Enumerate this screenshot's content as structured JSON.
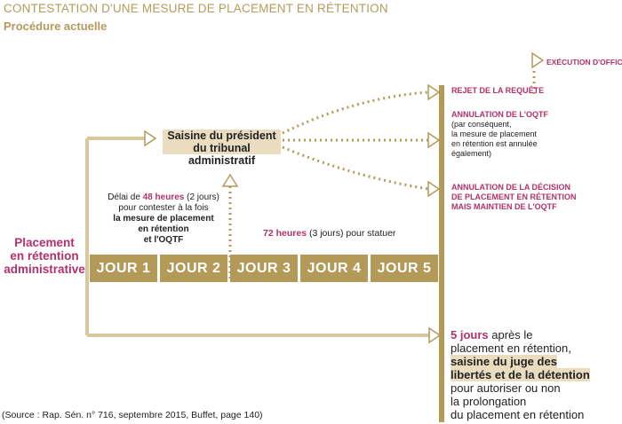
{
  "title": "CONTESTATION D'UNE MESURE DE PLACEMENT EN RÉTENTION",
  "subtitle": "Procédure actuelle",
  "placement_label": [
    "Placement",
    "en rétention",
    "administrative"
  ],
  "days": [
    "JOUR 1",
    "JOUR 2",
    "JOUR 3",
    "JOUR 4",
    "JOUR 5"
  ],
  "saisine": [
    "Saisine du président",
    "du tribunal administratif"
  ],
  "delai": {
    "part1": "Délai de ",
    "highlight": "48 heures",
    "part2": " (2 jours)",
    "line2": "pour contester à la fois",
    "line3": "la mesure de placement",
    "line4": "en rétention",
    "line5": "et l'OQTF"
  },
  "statuer": {
    "highlight": "72 heures",
    "rest": " (3 jours) pour statuer"
  },
  "outcomes": {
    "execution": "EXÉCUTION D'OFFICE",
    "rejet": "REJET DE LA REQUÊTE",
    "annulation_oqtf": {
      "title": "ANNULATION DE L'OQTF",
      "lines": [
        "(par conséquent,",
        "la mesure de placement",
        "en rétention est annulée",
        "également)"
      ]
    },
    "annulation_decision": [
      "ANNULATION DE LA DÉCISION",
      "DE PLACEMENT EN RÉTENTION",
      "MAIS MAINTIEN DE L'OQTF"
    ]
  },
  "cinq_jours": {
    "highlight": "5 jours",
    "after": " après le",
    "line2": "placement en rétention,",
    "hl1": "saisine du juge des",
    "hl2": "libertés et de la détention",
    "line5": "pour autoriser ou non",
    "line6": "la prolongation",
    "line7": "du placement en rétention"
  },
  "source": "(Source : Rap. Sén. n° 716, septembre 2015, Buffet, page 140)",
  "colors": {
    "gold": "#b49a58",
    "light_gold": "#e9dcbf",
    "magenta": "#b4306b"
  }
}
